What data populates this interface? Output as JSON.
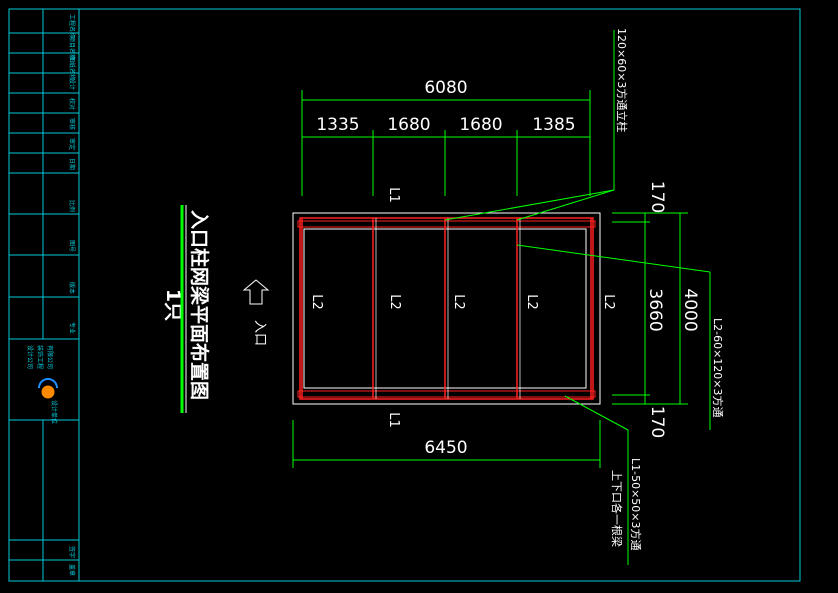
{
  "drawing": {
    "title": "入口柱网梁平面布置图",
    "quantity": "1只",
    "entrance_label": "入口"
  },
  "dimensions": {
    "top_total": "6080",
    "top_segments": [
      "1335",
      "1680",
      "1680",
      "1385"
    ],
    "bottom_total": "6450",
    "right_total": "4000",
    "right_segments": [
      "170",
      "3660",
      "170"
    ]
  },
  "beam_labels": {
    "top": "L1",
    "bottom": "L1",
    "columns": [
      "L2",
      "L2",
      "L2",
      "L2",
      "L2"
    ]
  },
  "notes": {
    "column_spec": "120×60×3方通立柱",
    "l2_spec": "L2-60×120×3方通",
    "l1_spec": "L1-50×50×3方通",
    "l1_extra": "上下口各一根梁"
  },
  "title_block": {
    "rows": [
      "工程名称",
      "项目名称",
      "图纸名称",
      "设计",
      "校对",
      "审核",
      "审定",
      "日期",
      "比例",
      "图号",
      "版本",
      "专业",
      "设计单位",
      "签字",
      "盖章"
    ],
    "company_lines": [
      "设计公司",
      "装饰工程",
      "有限公司"
    ],
    "logo_colors": [
      "#ff8a00",
      "#1e90ff"
    ]
  },
  "colors": {
    "frame": "#00c8d8",
    "dimension": "#00ff00",
    "beam": "#ff2020",
    "outline": "#ffffff",
    "title_underline": "#00ff00"
  }
}
